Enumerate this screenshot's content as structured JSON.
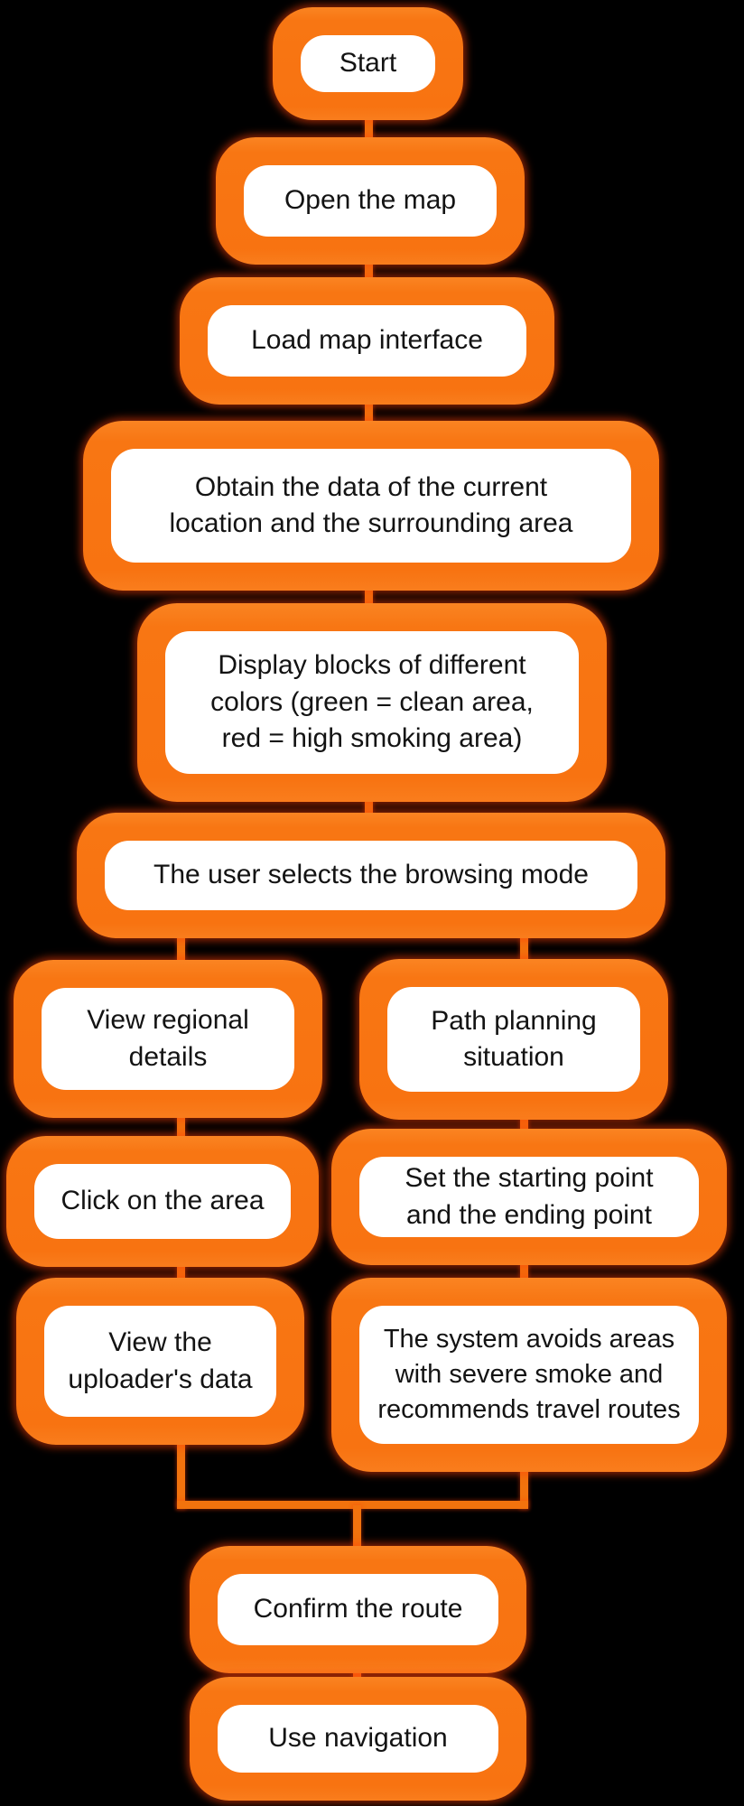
{
  "flowchart": {
    "colors": {
      "background": "#000000",
      "node_border_orange": "#f87613",
      "node_fill": "#ffffff",
      "text": "#131313",
      "connector": "#f2720d"
    },
    "nodes": [
      {
        "id": "start",
        "label": "Start"
      },
      {
        "id": "open-map",
        "label": "Open the map"
      },
      {
        "id": "load-map-interface",
        "label": "Load map interface"
      },
      {
        "id": "obtain-data",
        "label": "Obtain the data of the current\nlocation and the surrounding area"
      },
      {
        "id": "display-blocks",
        "label": "Display blocks of different\ncolors (green = clean area,\nred = high smoking area)"
      },
      {
        "id": "select-browsing-mode",
        "label": "The user selects the browsing mode"
      },
      {
        "id": "view-regional-details",
        "label": "View regional\ndetails"
      },
      {
        "id": "path-planning",
        "label": "Path planning\nsituation"
      },
      {
        "id": "click-on-area",
        "label": "Click on the area"
      },
      {
        "id": "set-points",
        "label": "Set the starting point\nand the ending point"
      },
      {
        "id": "view-uploader-data",
        "label": "View the\nuploader's data"
      },
      {
        "id": "avoid-smoke",
        "label": "The system avoids areas\nwith severe smoke and\nrecommends travel routes"
      },
      {
        "id": "confirm-route",
        "label": "Confirm the route"
      },
      {
        "id": "use-navigation",
        "label": "Use navigation"
      }
    ],
    "edges": [
      {
        "from": "start",
        "to": "open-map"
      },
      {
        "from": "open-map",
        "to": "load-map-interface"
      },
      {
        "from": "load-map-interface",
        "to": "obtain-data"
      },
      {
        "from": "obtain-data",
        "to": "display-blocks"
      },
      {
        "from": "display-blocks",
        "to": "select-browsing-mode"
      },
      {
        "from": "select-browsing-mode",
        "to": "view-regional-details"
      },
      {
        "from": "select-browsing-mode",
        "to": "path-planning"
      },
      {
        "from": "view-regional-details",
        "to": "click-on-area"
      },
      {
        "from": "path-planning",
        "to": "set-points"
      },
      {
        "from": "click-on-area",
        "to": "view-uploader-data"
      },
      {
        "from": "set-points",
        "to": "avoid-smoke"
      },
      {
        "from": "view-uploader-data",
        "to": "confirm-route"
      },
      {
        "from": "avoid-smoke",
        "to": "confirm-route"
      },
      {
        "from": "confirm-route",
        "to": "use-navigation"
      }
    ]
  }
}
